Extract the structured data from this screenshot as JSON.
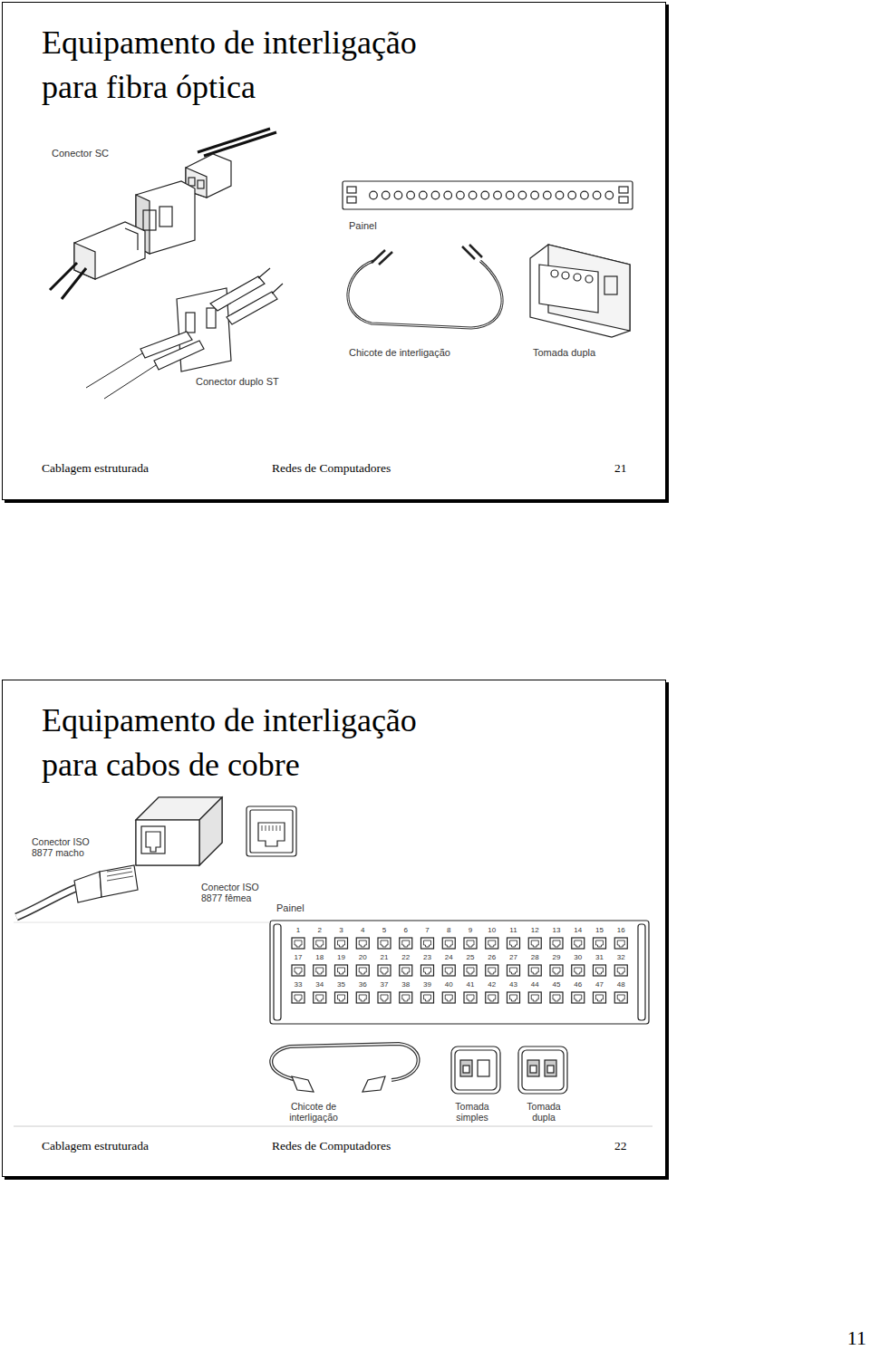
{
  "diagram": {
    "nodes": [
      {
        "text": [
          "Equipamento de interligação para fibra óptica",
          "Cablagem estruturada",
          "Redes de Computadores",
          "21"
        ]
      },
      {
        "text": [
          "Equipamento de interligação para cabos de cobre",
          "Cablagem estruturada",
          "Redes de Computadores",
          "22"
        ]
      }
    ],
    "labels": [
      "Conector SC",
      "Painel",
      "Chicote de interligação",
      "Tomada dupla",
      "Conector duplo ST",
      "Conector ISO 8877 macho",
      "Conector ISO 8877 fêmea",
      "Painel",
      "1",
      "2",
      "3",
      "4",
      "5",
      "6",
      "7",
      "8",
      "9",
      "10",
      "11",
      "12",
      "13",
      "14",
      "15",
      "16",
      "17",
      "18",
      "19",
      "20",
      "21",
      "22",
      "23",
      "24",
      "25",
      "26",
      "27",
      "28",
      "29",
      "30",
      "31",
      "32",
      "33",
      "34",
      "35",
      "36",
      "37",
      "38",
      "39",
      "40",
      "41",
      "42",
      "43",
      "44",
      "45",
      "46",
      "47",
      "48",
      "Chicote de interligação",
      "Tomada simples",
      "Tomada dupla",
      "11"
    ]
  }
}
